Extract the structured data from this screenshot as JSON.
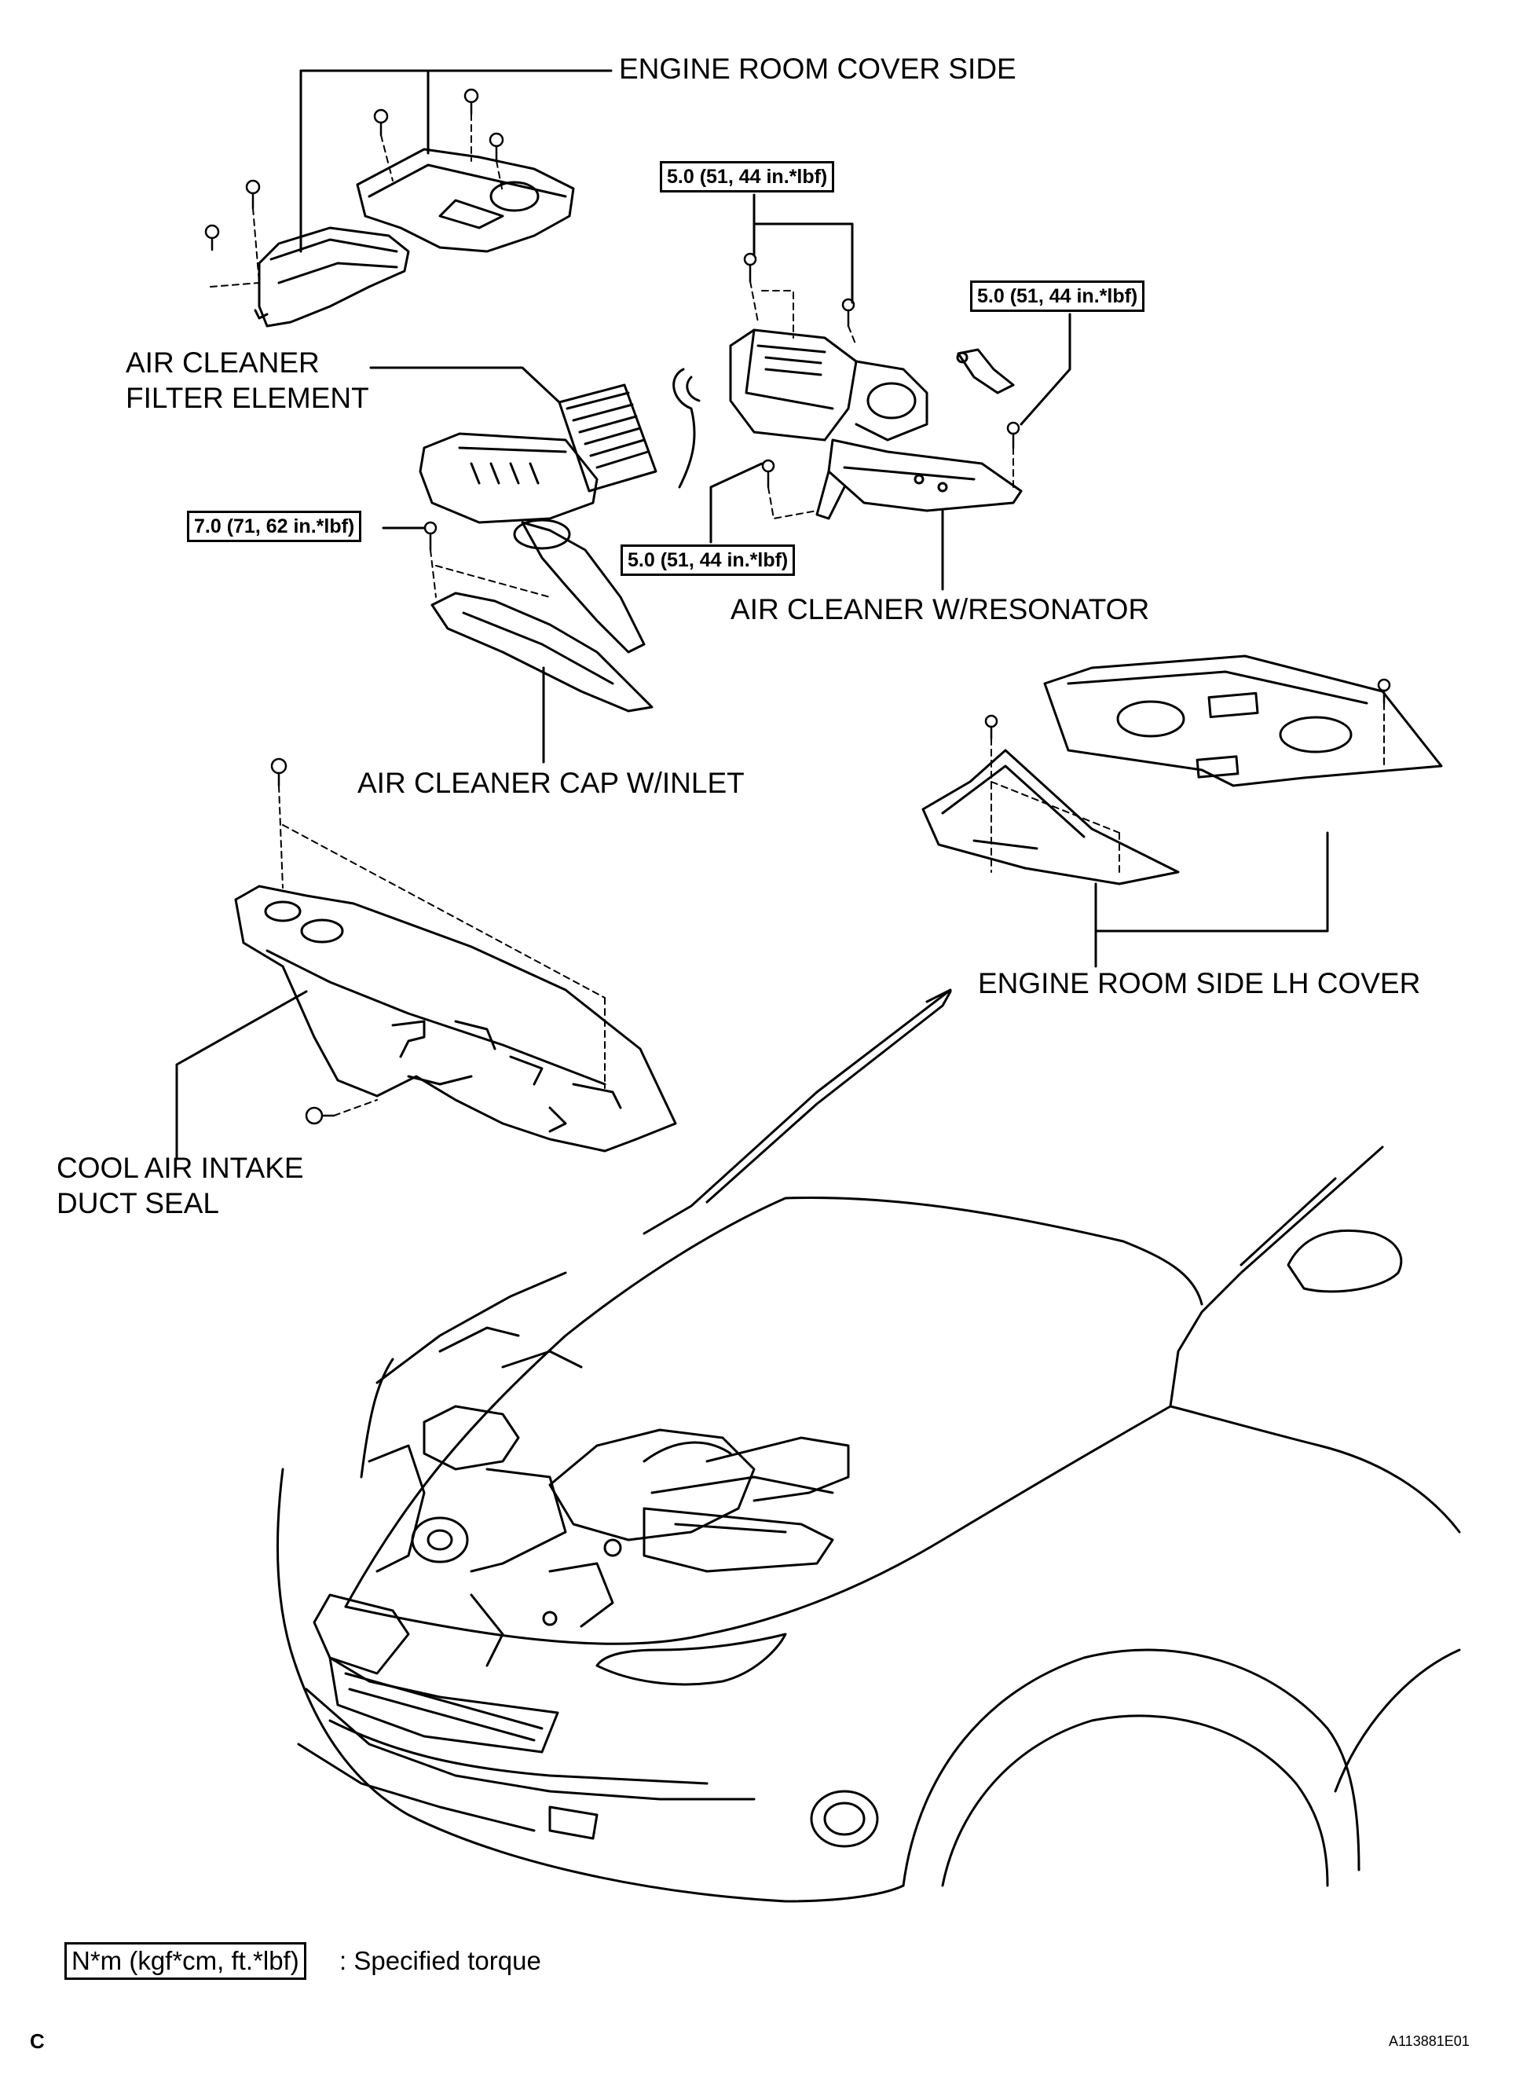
{
  "labels": {
    "engine_room_cover_side": "ENGINE ROOM COVER SIDE",
    "air_cleaner_filter_element_line1": "AIR CLEANER",
    "air_cleaner_filter_element_line2": "FILTER ELEMENT",
    "air_cleaner_w_resonator": "AIR CLEANER W/RESONATOR",
    "air_cleaner_cap_w_inlet": "AIR CLEANER CAP W/INLET",
    "engine_room_side_lh_cover": "ENGINE ROOM SIDE LH COVER",
    "cool_air_intake_duct_seal_line1": "COOL AIR INTAKE",
    "cool_air_intake_duct_seal_line2": "DUCT SEAL"
  },
  "torque_specs": {
    "resonator_upper": "5.0 (51, 44 in.*lbf)",
    "resonator_right": "5.0 (51, 44 in.*lbf)",
    "resonator_lower": "5.0 (51, 44 in.*lbf)",
    "cap_inlet": "7.0 (71, 62 in.*lbf)"
  },
  "legend": {
    "unit_box": "N*m (kgf*cm, ft.*lbf)",
    "description": ": Specified torque"
  },
  "footer": {
    "page_letter": "C",
    "figure_code": "A113881E01"
  }
}
